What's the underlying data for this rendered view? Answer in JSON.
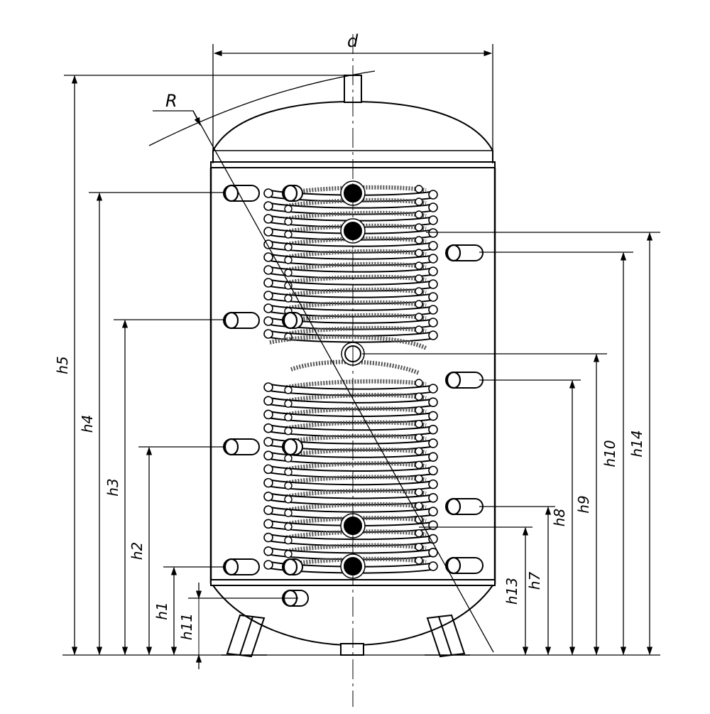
{
  "diagram": {
    "labels": {
      "d": "d",
      "R": "R",
      "h1": "h1",
      "h2": "h2",
      "h3": "h3",
      "h4": "h4",
      "h5": "h5",
      "h7": "h7",
      "h8": "h8",
      "h9": "h9",
      "h10": "h10",
      "h11": "h11",
      "h13": "h13",
      "h14": "h14"
    },
    "colors": {
      "line": "#000000",
      "background": "#ffffff",
      "coil": "#555555"
    }
  }
}
